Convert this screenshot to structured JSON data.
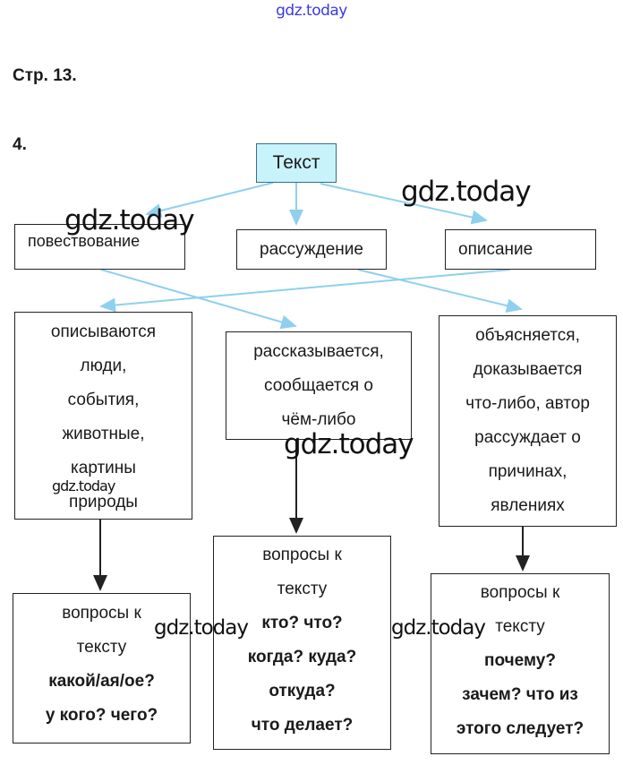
{
  "watermark": "gdz.today",
  "page_label": "Стр. 13.",
  "task_number": "4.",
  "diagram": {
    "root": "Текст",
    "types": [
      "повествование",
      "рассуждение",
      "описание"
    ],
    "descriptions": {
      "left": [
        "описываются",
        "люди,",
        "события,",
        "животные,",
        "картины",
        "природы"
      ],
      "center": [
        "рассказывается,",
        "сообщается о",
        "чём-либо"
      ],
      "right": [
        "объясняется,",
        "доказывается",
        "что-либо, автор",
        "рассуждает о",
        "причинах,",
        "явлениях"
      ]
    },
    "questions": {
      "left": {
        "intro": [
          "вопросы к",
          "тексту"
        ],
        "items": [
          "какой/ая/ое?",
          "у кого? чего?"
        ]
      },
      "center": {
        "intro": [
          "вопросы к",
          "тексту"
        ],
        "items": [
          "кто? что?",
          "когда? куда?",
          "откуда?",
          "что делает?"
        ]
      },
      "right": {
        "intro": [
          "вопросы к",
          "тексту"
        ],
        "items": [
          "почему?",
          "зачем? что из",
          "этого следует?"
        ]
      }
    }
  },
  "colors": {
    "root_fill": "#c9f3fb",
    "blue_arrow": "#8fd0ee",
    "watermark_top": "#3a3ae0"
  }
}
